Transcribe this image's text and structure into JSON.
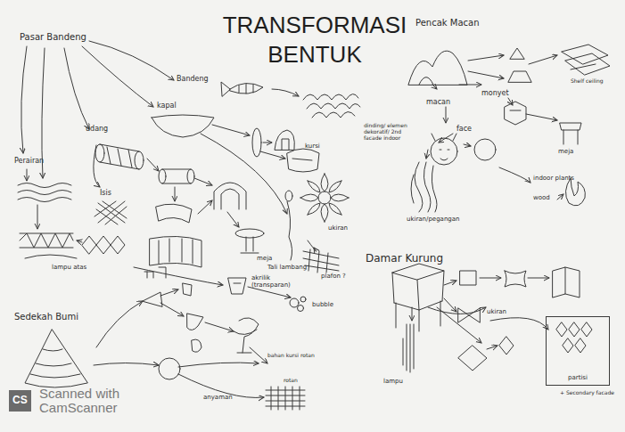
{
  "diagram": {
    "title": "TRANSFORMASI BENTUK",
    "nodes": [
      {
        "text": [
          "partisi"
        ]
      }
    ],
    "edges": [],
    "labels": [
      "Pasar Bandeng",
      "Bandeng",
      "kapal",
      "Perairan",
      "udang",
      "Isis",
      "kursi",
      "dinding/ elemen dekoratif/ 2nd facade indoor",
      "Tali lambang",
      "ukiran",
      "meja",
      "plafon ?",
      "lampu atas",
      "akrilik (transparan)",
      "bubble",
      "Sedekah Bumi",
      "bahan kursi rotan",
      "rotan",
      "anyaman",
      "Pencak Macan",
      "macan",
      "monyet",
      "face",
      "ukiran/pegangan",
      "Shelf ceiling",
      "meja",
      "indoor plants",
      "wood",
      "Damar Kurung",
      "ukiran",
      "lampu",
      "+ Secondary facade",
      "CS",
      "Scanned with CamScanner"
    ]
  }
}
